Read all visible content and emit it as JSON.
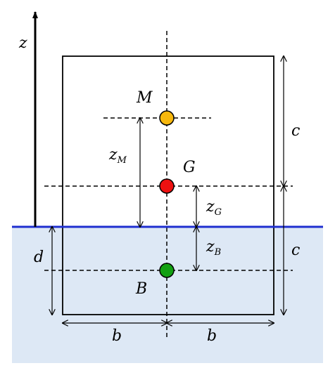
{
  "diagram": {
    "colors": {
      "water_fill": "#dde8f5",
      "waterline": "#1f2fd0",
      "point_M": "#f7b80e",
      "point_G": "#ee1111",
      "point_B": "#12a012",
      "outline": "#000000"
    },
    "labels": {
      "z_axis": "z",
      "point_M": "M",
      "point_G": "G",
      "point_B": "B",
      "dim_c_top": "c",
      "dim_c_bottom": "c",
      "dim_d": "d",
      "dim_b_left": "b",
      "dim_b_right": "b",
      "dim_zM": {
        "main": "z",
        "sub": "M"
      },
      "dim_zG": {
        "main": "z",
        "sub": "G"
      },
      "dim_zB": {
        "main": "z",
        "sub": "B"
      }
    }
  }
}
